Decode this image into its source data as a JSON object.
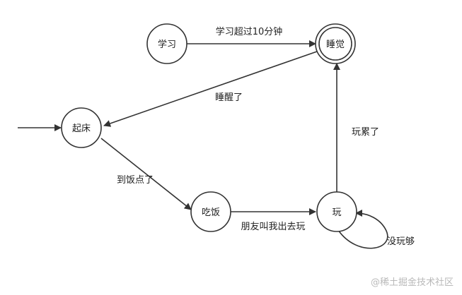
{
  "diagram": {
    "type": "state-machine",
    "states": {
      "study": "学习",
      "sleep": "睡觉",
      "wake": "起床",
      "eat": "吃饭",
      "play": "玩"
    },
    "transitions": {
      "study_to_sleep": "学习超过10分钟",
      "sleep_to_wake": "睡醒了",
      "wake_to_eat": "到饭点了",
      "eat_to_play": "朋友叫我出去玩",
      "play_to_sleep": "玩累了",
      "play_self": "没玩够"
    },
    "colors": {
      "stroke": "#333333",
      "fill": "#ffffff",
      "text": "#222222"
    }
  },
  "watermark": "@稀土掘金技术社区"
}
